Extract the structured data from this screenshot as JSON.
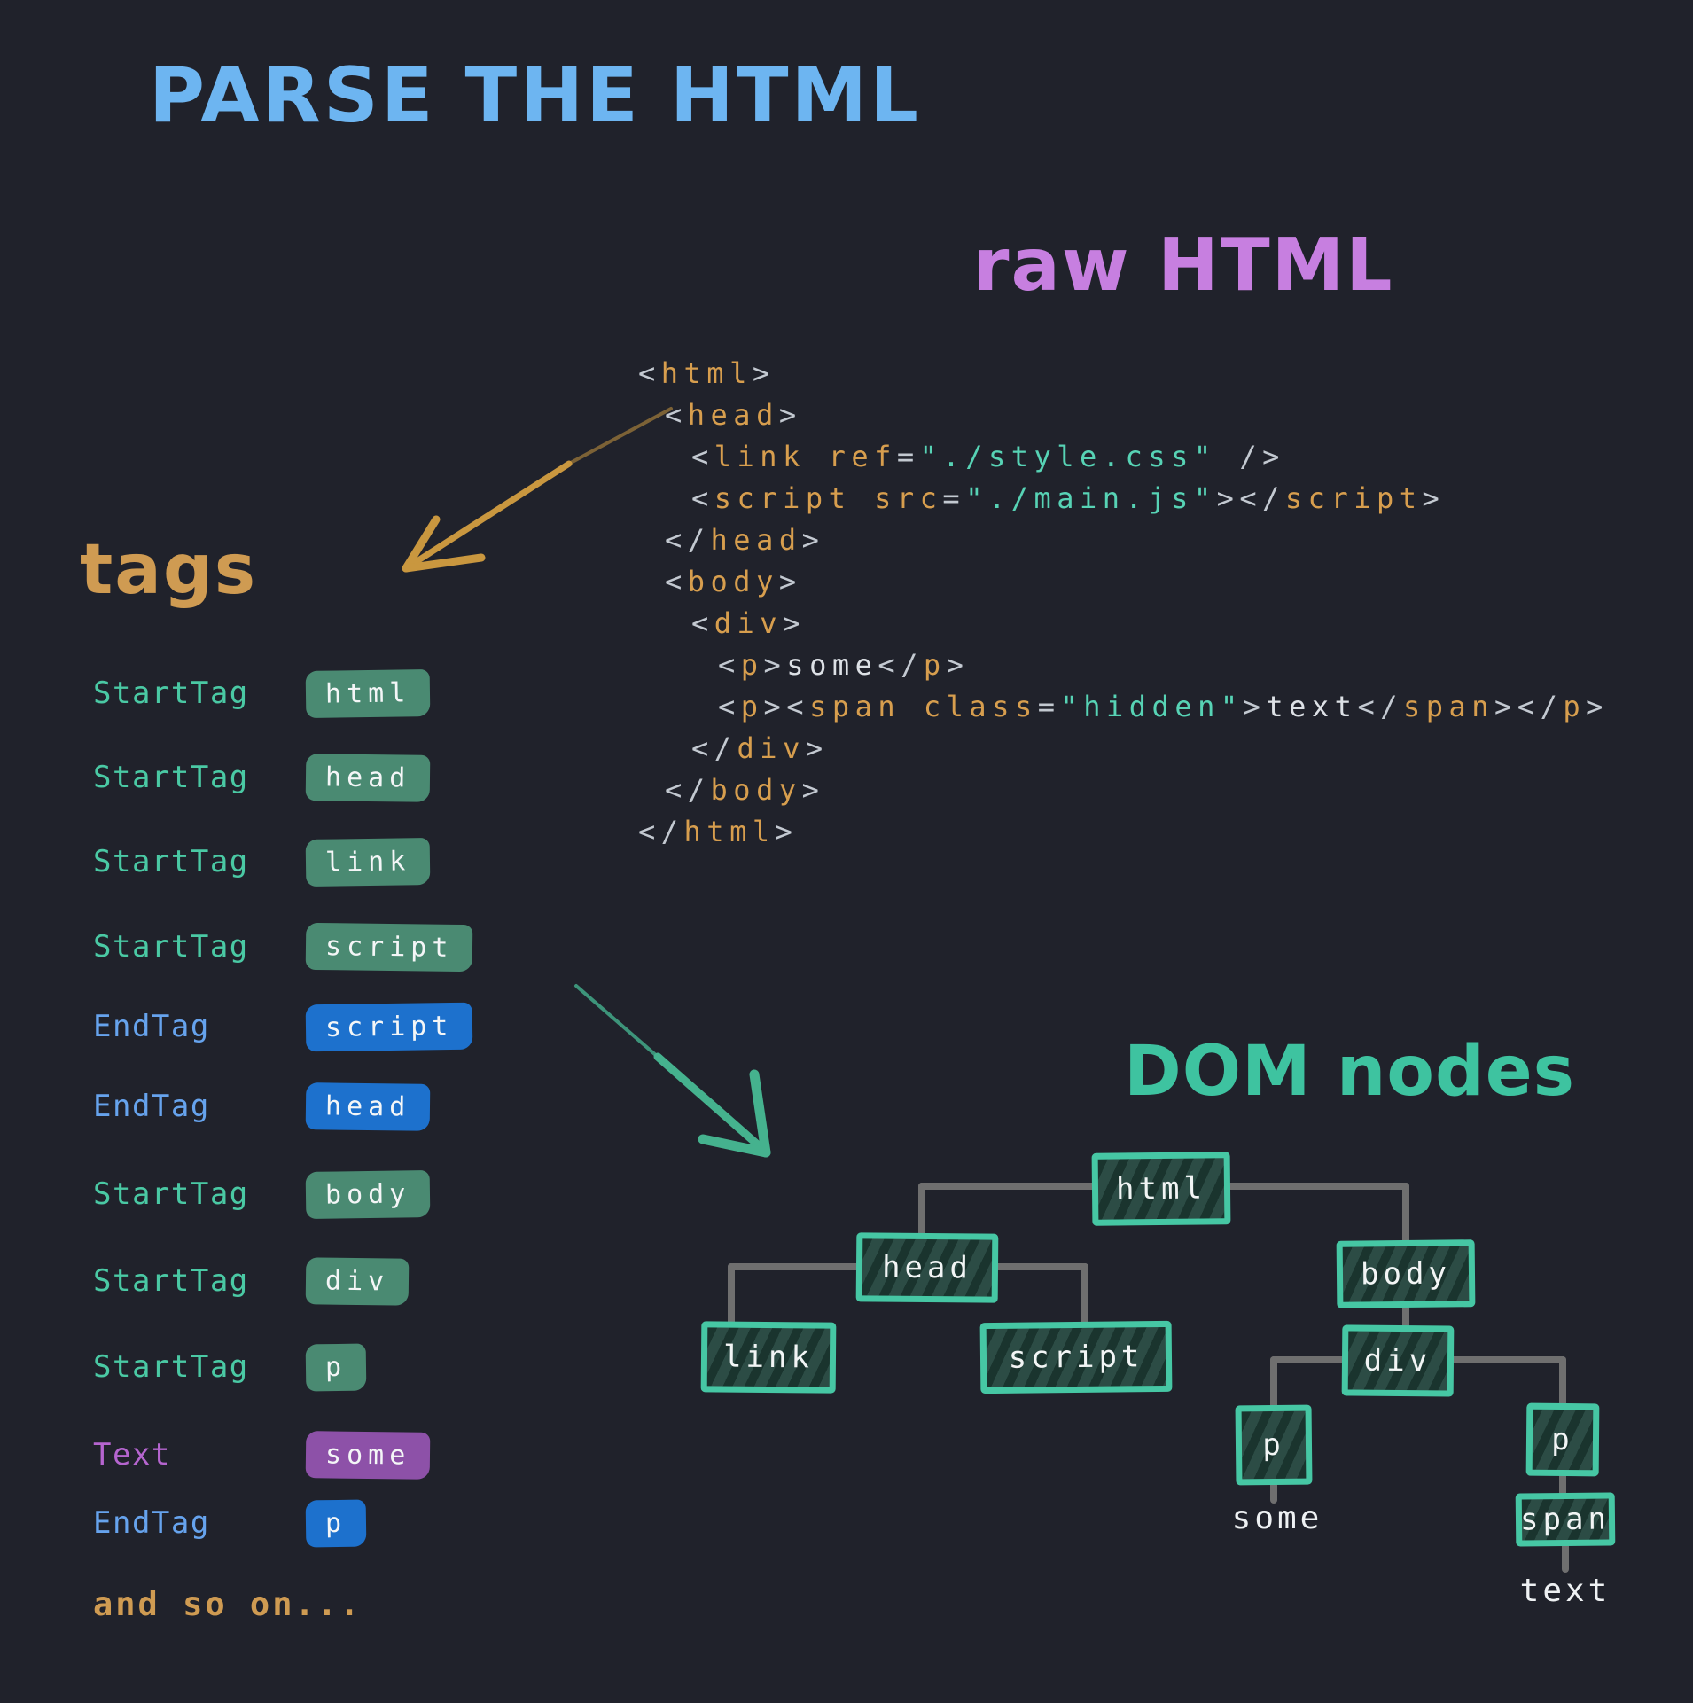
{
  "page": {
    "title": "PARSE THE HTML"
  },
  "raw_html": {
    "heading": "raw HTML",
    "lines": [
      {
        "indent": 0,
        "tokens": [
          [
            "<",
            "p"
          ],
          [
            "html",
            "t"
          ],
          [
            ">",
            "p"
          ]
        ]
      },
      {
        "indent": 1,
        "tokens": [
          [
            "<",
            "p"
          ],
          [
            "head",
            "t"
          ],
          [
            ">",
            "p"
          ]
        ]
      },
      {
        "indent": 2,
        "tokens": [
          [
            "<",
            "p"
          ],
          [
            "link",
            "t"
          ],
          [
            " ",
            "p"
          ],
          [
            "ref",
            "t"
          ],
          [
            "=",
            "p"
          ],
          [
            "\"./style.css\"",
            "s"
          ],
          [
            " /",
            "p"
          ],
          [
            ">",
            "p"
          ]
        ]
      },
      {
        "indent": 2,
        "tokens": [
          [
            "<",
            "p"
          ],
          [
            "script",
            "t"
          ],
          [
            " ",
            "p"
          ],
          [
            "src",
            "t"
          ],
          [
            "=",
            "p"
          ],
          [
            "\"./main.js\"",
            "s"
          ],
          [
            ">",
            "p"
          ],
          [
            "</",
            "p"
          ],
          [
            "script",
            "t"
          ],
          [
            ">",
            "p"
          ]
        ]
      },
      {
        "indent": 1,
        "tokens": [
          [
            "</",
            "p"
          ],
          [
            "head",
            "t"
          ],
          [
            ">",
            "p"
          ]
        ]
      },
      {
        "indent": 1,
        "tokens": [
          [
            "<",
            "p"
          ],
          [
            "body",
            "t"
          ],
          [
            ">",
            "p"
          ]
        ]
      },
      {
        "indent": 2,
        "tokens": [
          [
            "<",
            "p"
          ],
          [
            "div",
            "t"
          ],
          [
            ">",
            "p"
          ]
        ]
      },
      {
        "indent": 3,
        "tokens": [
          [
            "<",
            "p"
          ],
          [
            "p",
            "t"
          ],
          [
            ">",
            "p"
          ],
          [
            "some",
            "x"
          ],
          [
            "</",
            "p"
          ],
          [
            "p",
            "t"
          ],
          [
            ">",
            "p"
          ]
        ]
      },
      {
        "indent": 3,
        "tokens": [
          [
            "<",
            "p"
          ],
          [
            "p",
            "t"
          ],
          [
            "><",
            "p"
          ],
          [
            "span",
            "t"
          ],
          [
            " ",
            "p"
          ],
          [
            "class",
            "t"
          ],
          [
            "=",
            "p"
          ],
          [
            "\"hidden\"",
            "s"
          ],
          [
            ">",
            "p"
          ],
          [
            "text",
            "x"
          ],
          [
            "</",
            "p"
          ],
          [
            "span",
            "t"
          ],
          [
            "></",
            "p"
          ],
          [
            "p",
            "t"
          ],
          [
            ">",
            "p"
          ]
        ]
      },
      {
        "indent": 2,
        "tokens": [
          [
            "</",
            "p"
          ],
          [
            "div",
            "t"
          ],
          [
            ">",
            "p"
          ]
        ]
      },
      {
        "indent": 1,
        "tokens": [
          [
            "</",
            "p"
          ],
          [
            "body",
            "t"
          ],
          [
            ">",
            "p"
          ]
        ]
      },
      {
        "indent": 0,
        "tokens": [
          [
            "</",
            "p"
          ],
          [
            "html",
            "t"
          ],
          [
            ">",
            "p"
          ]
        ]
      }
    ]
  },
  "tags_panel": {
    "heading": "tags",
    "rows": [
      {
        "label": "StartTag",
        "kind": "start",
        "tag": "html"
      },
      {
        "label": "StartTag",
        "kind": "start",
        "tag": "head"
      },
      {
        "label": "StartTag",
        "kind": "start",
        "tag": "link"
      },
      {
        "label": "StartTag",
        "kind": "start",
        "tag": "script"
      },
      {
        "label": "EndTag",
        "kind": "end",
        "tag": "script"
      },
      {
        "label": "EndTag",
        "kind": "end",
        "tag": "head"
      },
      {
        "label": "StartTag",
        "kind": "start",
        "tag": "body"
      },
      {
        "label": "StartTag",
        "kind": "start",
        "tag": "div"
      },
      {
        "label": "StartTag",
        "kind": "start",
        "tag": "p"
      },
      {
        "label": "Text",
        "kind": "text",
        "tag": "some"
      },
      {
        "label": "EndTag",
        "kind": "end",
        "tag": "p"
      }
    ],
    "more": "and so on..."
  },
  "dom_panel": {
    "heading": "DOM nodes",
    "nodes": [
      {
        "id": "html",
        "label": "html"
      },
      {
        "id": "head",
        "label": "head"
      },
      {
        "id": "body",
        "label": "body"
      },
      {
        "id": "link",
        "label": "link"
      },
      {
        "id": "script",
        "label": "script"
      },
      {
        "id": "div",
        "label": "div"
      },
      {
        "id": "p-left",
        "label": "p"
      },
      {
        "id": "p-right",
        "label": "p"
      },
      {
        "id": "span",
        "label": "span"
      }
    ],
    "text_nodes": [
      {
        "id": "some",
        "label": "some"
      },
      {
        "id": "text",
        "label": "text"
      }
    ]
  },
  "palette": {
    "background": "#20222b",
    "title_blue": "#6db5f1",
    "raw_html_purple": "#c77fe0",
    "gold": "#cf9b52",
    "dom_teal": "#3ec3a0",
    "start_tag_label": "#4ac9a4",
    "end_tag_label": "#66a3ed",
    "text_label": "#b565cf",
    "pill_start_bg": "#4a8a72",
    "pill_end_bg": "#1d71cd",
    "pill_text_bg": "#8d51a8",
    "code_tag": "#d79e4e",
    "code_string": "#57d3b5",
    "code_punct": "#c3c9d1",
    "node_border": "#46c7a4",
    "node_fill": "#25463f",
    "edge_gray": "#6f6f6f"
  }
}
